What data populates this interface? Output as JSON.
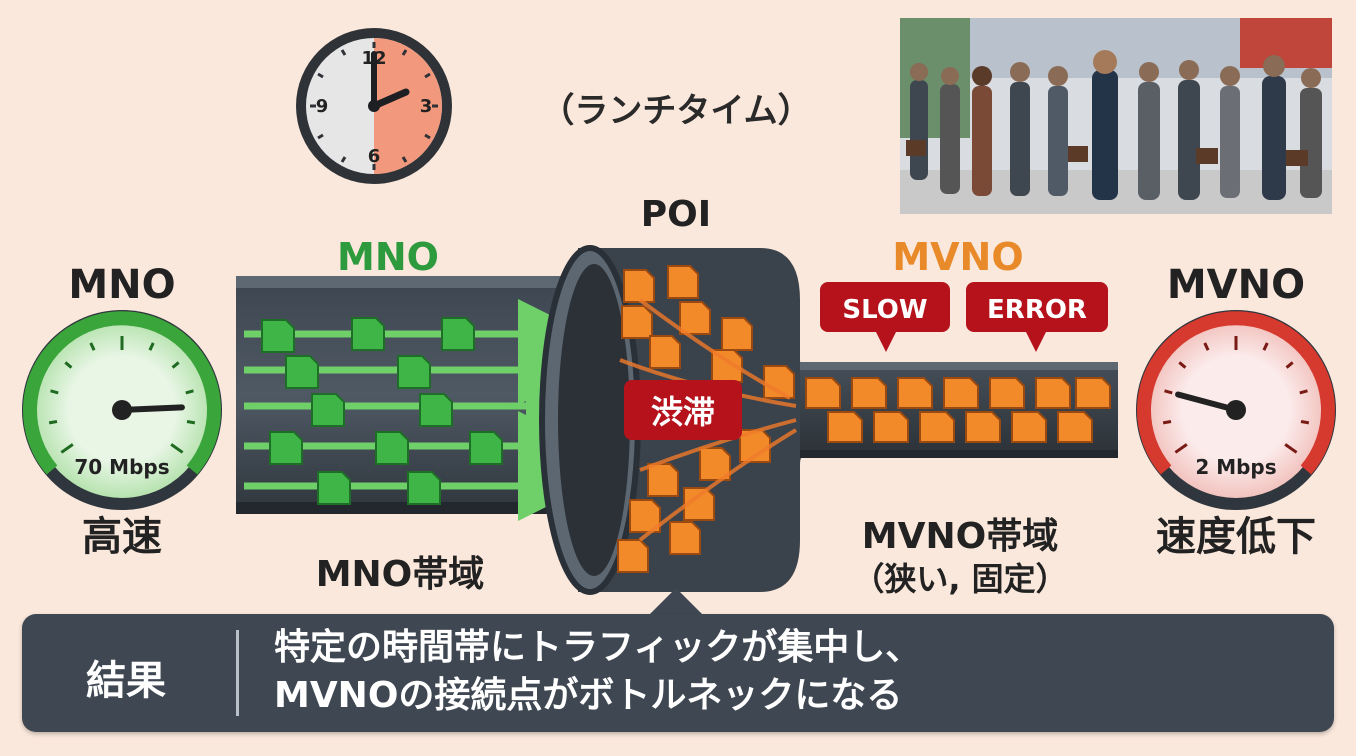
{
  "header": {
    "time_label": "（ランチタイム）",
    "clock_numerals": [
      "12",
      "3",
      "6",
      "9"
    ]
  },
  "left": {
    "title": "MNO",
    "gauge_value": "70 Mbps",
    "status": "高速",
    "gauge_color": "#3aa53a",
    "gauge_level": 0.85
  },
  "right": {
    "title": "MVNO",
    "gauge_value": "2 Mbps",
    "status": "速度低下",
    "gauge_color": "#d63a2e",
    "gauge_level": 0.2
  },
  "pipe": {
    "mno_top_label": "MNO",
    "mno_bottom_label": "MNO帯域",
    "poi_label": "POI",
    "congestion_label": "渋滞",
    "mvno_top_label": "MVNO",
    "slow_tag": "SLOW",
    "error_tag": "ERROR",
    "mvno_bottom_label_1": "MVNO帯域",
    "mvno_bottom_label_2": "（狭い, 固定）",
    "mno_color": "#2e9a3e",
    "mvno_color": "#e98a2a",
    "alert_color": "#b5121b"
  },
  "result": {
    "label": "結果",
    "line1": "特定の時間帯にトラフィックが集中し、",
    "line2": "MVNOの接続点がボトルネックになる"
  },
  "illustration": {
    "crowd_icon": "crowd-scene-icon",
    "clock_icon": "clock-icon"
  }
}
